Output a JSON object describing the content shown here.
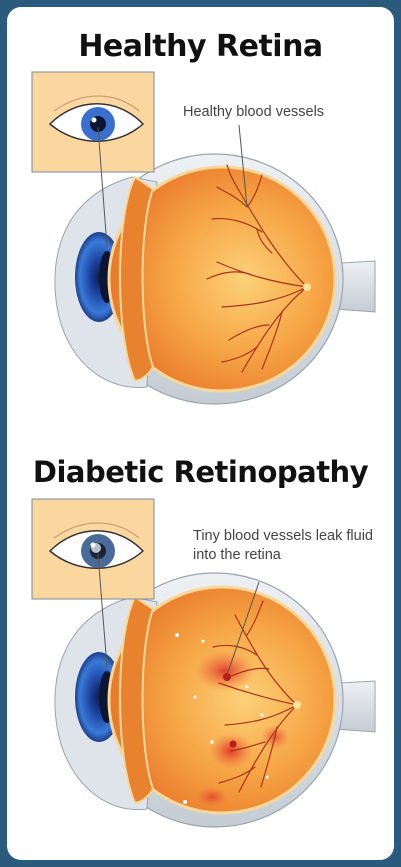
{
  "colors": {
    "background": "#2a5a7c",
    "card": "#ffffff",
    "retina": "#f39a3a",
    "vessel": "#a8341e",
    "hemorrhage": "#d83b2b",
    "iris": "#2f5ec4",
    "inset_bg": "#fbd7a0"
  },
  "panels": [
    {
      "title": "Healthy Retina",
      "callout": "Healthy blood vessels"
    },
    {
      "title": "Diabetic Retinopathy",
      "callout": "Tiny blood vessels leak fluid into the retina"
    }
  ]
}
